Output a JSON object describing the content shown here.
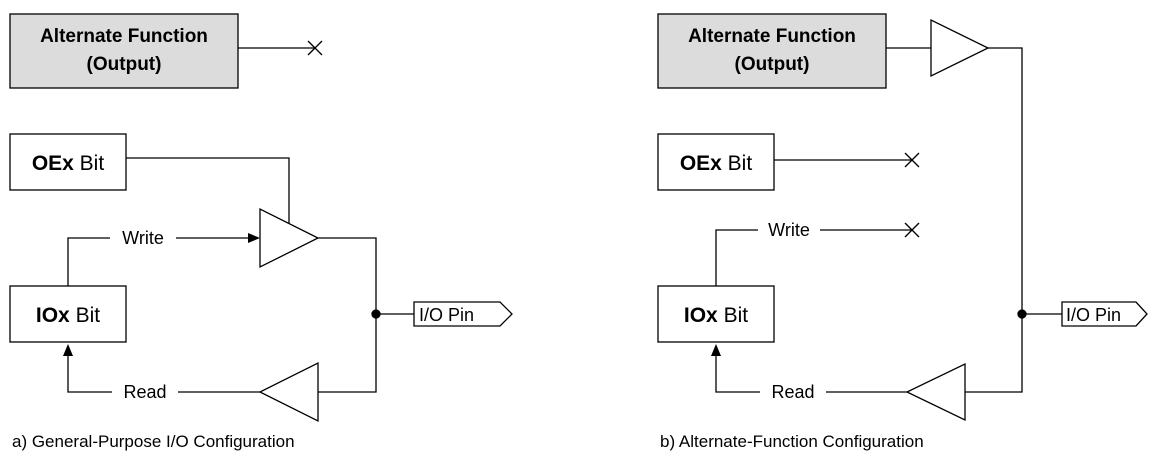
{
  "left": {
    "alt_func": {
      "line1": "Alternate Function",
      "line2": "(Output)"
    },
    "oe_bit": {
      "bold": "OEx",
      "rest": " Bit"
    },
    "io_bit": {
      "bold": "IOx",
      "rest": " Bit"
    },
    "write_label": "Write",
    "read_label": "Read",
    "pin_label": "I/O Pin",
    "caption": "a) General-Purpose I/O Configuration"
  },
  "right": {
    "alt_func": {
      "line1": "Alternate Function",
      "line2": "(Output)"
    },
    "oe_bit": {
      "bold": "OEx",
      "rest": " Bit"
    },
    "io_bit": {
      "bold": "IOx",
      "rest": " Bit"
    },
    "write_label": "Write",
    "read_label": "Read",
    "pin_label": "I/O Pin",
    "caption": "b) Alternate-Function Configuration"
  },
  "colors": {
    "alt_func_fill": "#dcdcdc",
    "line": "#000000"
  }
}
